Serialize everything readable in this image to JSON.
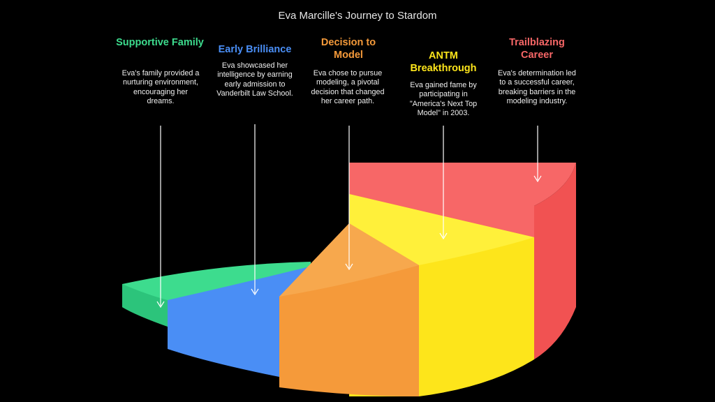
{
  "title": "Eva Marcille's Journey to Stardom",
  "colors": {
    "green": "#3ddc8e",
    "blue": "#4a8ef5",
    "orange": "#f59a3a",
    "yellow": "#fde51b",
    "red": "#f76767"
  },
  "stages": [
    {
      "title": "Supportive Family",
      "description": "Eva's family provided a nurturing environment, encouraging her dreams."
    },
    {
      "title": "Early Brilliance",
      "description": "Eva showcased her intelligence by earning early admission to Vanderbilt Law School."
    },
    {
      "title": "Decision to Model",
      "description": "Eva chose to pursue modeling, a pivotal decision that changed her career path."
    },
    {
      "title": "ANTM Breakthrough",
      "description": "Eva gained fame by participating in \"America's Next Top Model\" in 2003."
    },
    {
      "title": "Trailblazing Career",
      "description": "Eva's determination led to a successful career, breaking barriers in the modeling industry."
    }
  ]
}
